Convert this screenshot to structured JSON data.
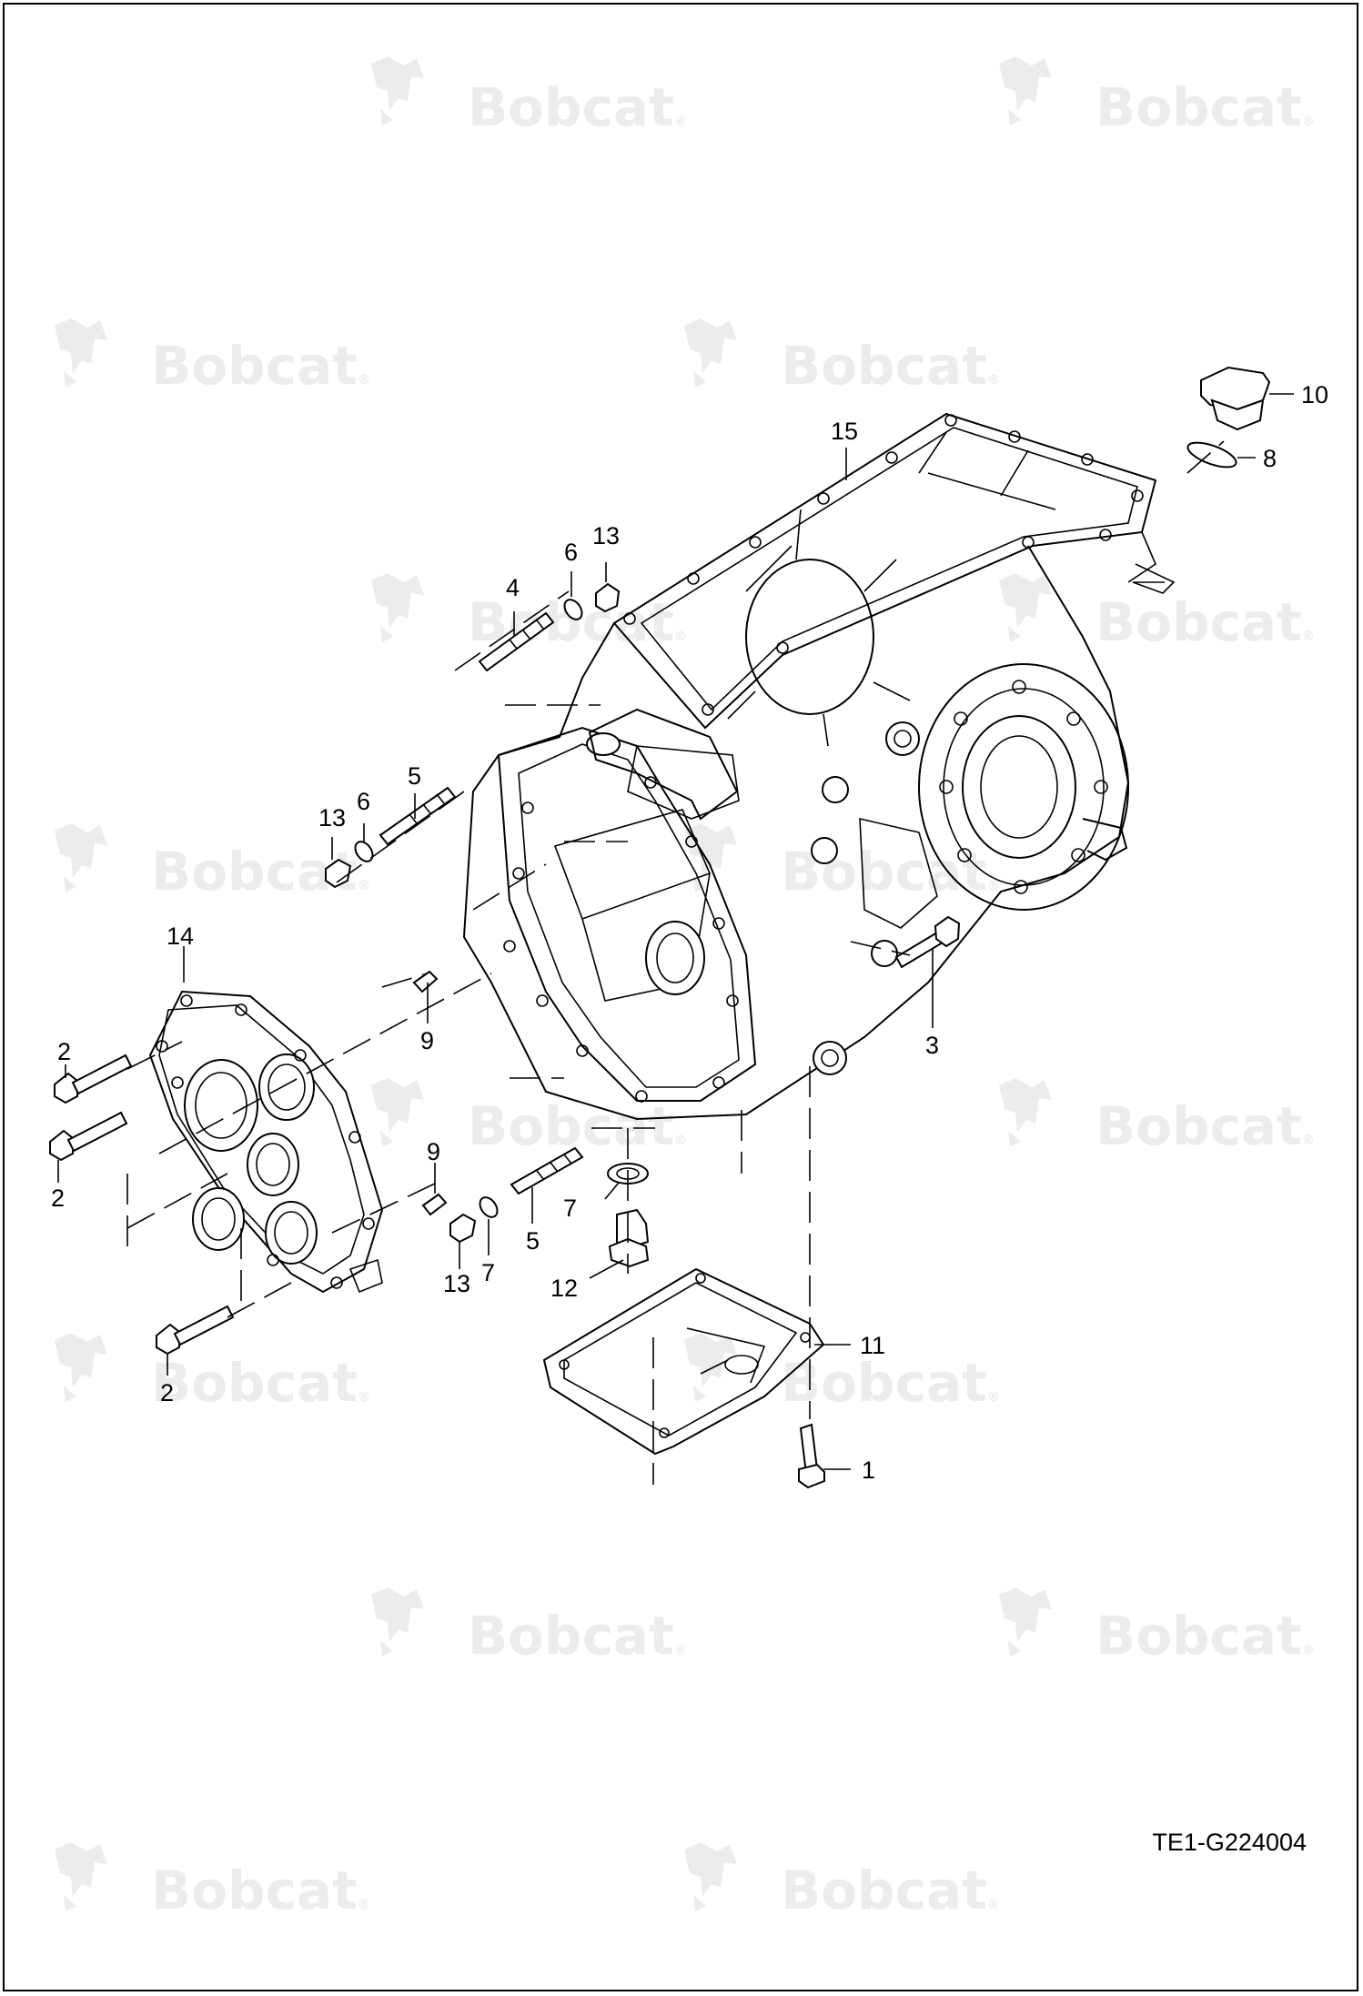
{
  "brand": {
    "watermark_text": "Bobcat",
    "watermark_mark": "®"
  },
  "drawing_code": "TE1-G224004",
  "callouts": [
    "1",
    "2",
    "2",
    "2",
    "3",
    "4",
    "5",
    "5",
    "6",
    "6",
    "7",
    "7",
    "8",
    "9",
    "9",
    "10",
    "11",
    "12",
    "13",
    "13",
    "13",
    "14",
    "15"
  ],
  "colors": {
    "line": "#000000",
    "watermark": "#ececec",
    "background": "#ffffff"
  }
}
